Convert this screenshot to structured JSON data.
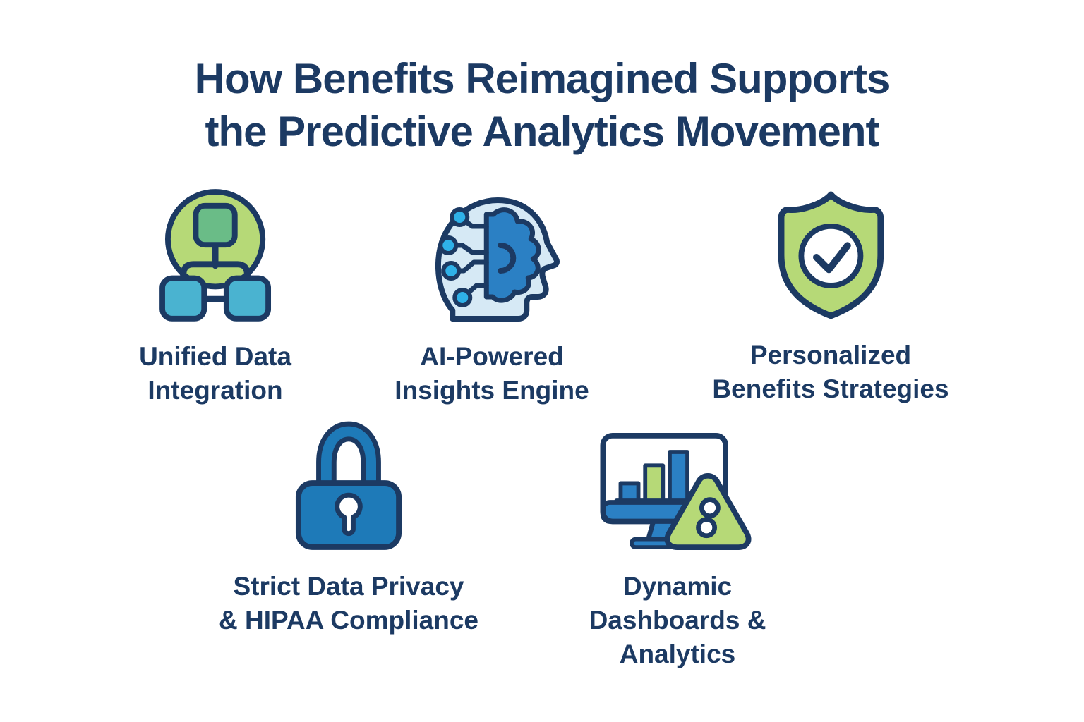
{
  "title": {
    "line1": "How Benefits Reimagined Supports",
    "line2": "the Predictive Analytics Movement"
  },
  "items": [
    {
      "id": "unified-data-integration",
      "icon": "network-integration-icon",
      "label_line1": "Unified Data",
      "label_line2": "Integration"
    },
    {
      "id": "ai-powered-insights-engine",
      "icon": "ai-head-circuit-icon",
      "label_line1": "AI-Powered",
      "label_line2": "Insights Engine"
    },
    {
      "id": "personalized-benefits-strategies",
      "icon": "shield-checkmark-icon",
      "label_line1": "Personalized",
      "label_line2": "Benefits Strategies"
    },
    {
      "id": "strict-data-privacy-hipaa-compliance",
      "icon": "padlock-icon",
      "label_line1": "Strict Data Privacy",
      "label_line2": "& HIPAA Compliance"
    },
    {
      "id": "dynamic-dashboards-analytics",
      "icon": "dashboard-alert-icon",
      "label_line1": "Dynamic",
      "label_line2": "Dashboards &",
      "label_line3": "Analytics"
    }
  ],
  "colors": {
    "navy": "#1c3a63",
    "lime": "#b6d977",
    "green": "#6abc87",
    "teal": "#4ab3d0",
    "lightblue": "#d6e9f5",
    "midblue": "#2b80c4",
    "dotblue": "#2fb1e8",
    "lockblue": "#1e7ab8",
    "background": "#ffffff"
  }
}
